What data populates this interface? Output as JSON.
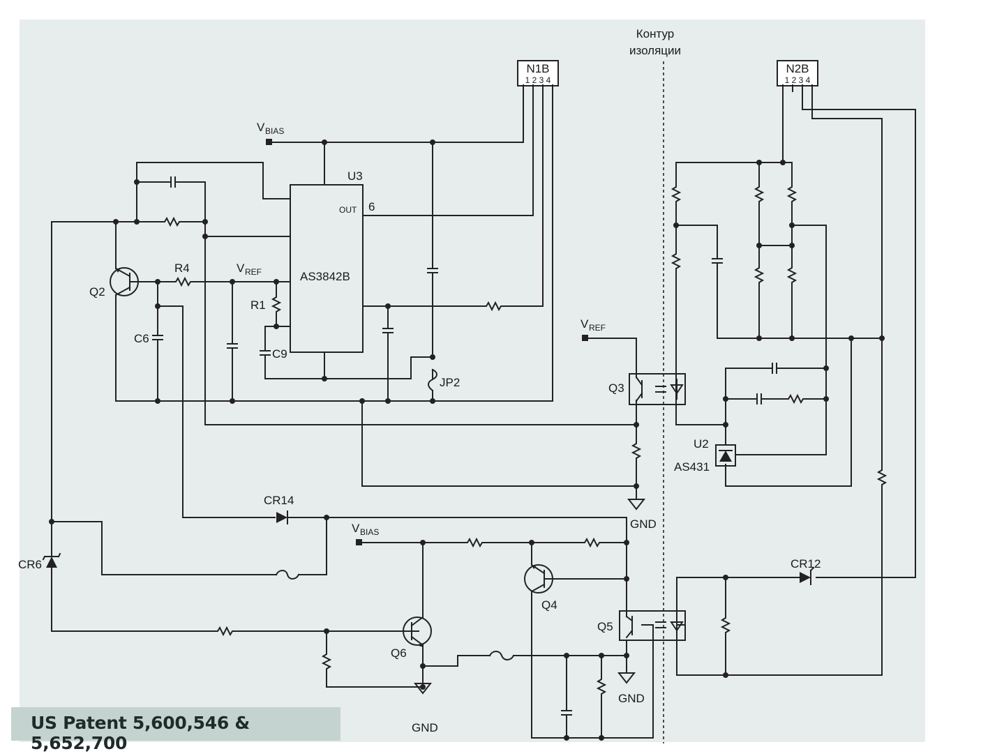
{
  "labels": {
    "isolation_line1": "Контур",
    "isolation_line2": "изоляции",
    "n1b": "N1B",
    "n1b_pins": "1 2 3 4",
    "n2b": "N2B",
    "n2b_pins": "1 2 3 4",
    "vbias": "V",
    "vbias_sub": "BIAS",
    "vref": "V",
    "vref_sub": "REF",
    "u3": "U3",
    "out": "OUT",
    "pin6": "6",
    "as3842b": "AS3842B",
    "r4": "R4",
    "r1": "R1",
    "q2": "Q2",
    "c6": "C6",
    "c9": "C9",
    "jp2": "JP2",
    "q3": "Q3",
    "u2": "U2",
    "as431": "AS431",
    "gnd": "GND",
    "cr14": "CR14",
    "cr6": "CR6",
    "q4": "Q4",
    "q5": "Q5",
    "q6": "Q6",
    "cr12": "CR12"
  },
  "footer": {
    "text": "US Patent 5,600,546 & 5,652,700"
  },
  "colors": {
    "background": "#e7ecec",
    "footer_bg": "#c4d3cf",
    "ink": "#222222"
  }
}
